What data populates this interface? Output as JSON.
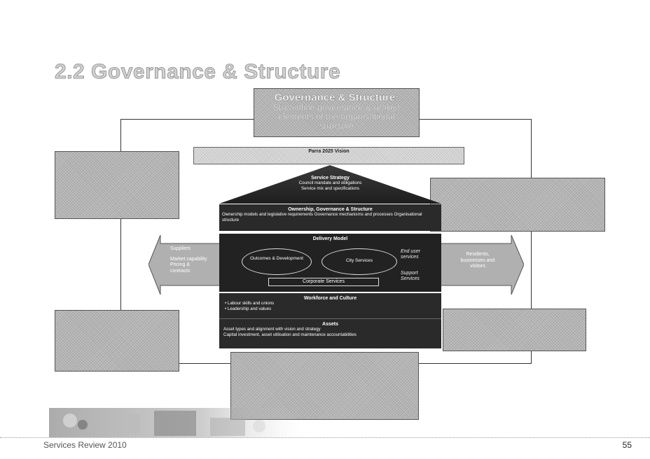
{
  "title": "2.2 Governance & Structure",
  "governance_box": {
    "heading": "Governance & Structure:",
    "lines": [
      "Streamline governance & realign",
      "elements of the organisational",
      "structure"
    ]
  },
  "vision": "Parra 2025 Vision",
  "service_strategy": {
    "heading": "Service Strategy",
    "lines": [
      "Council mandate and obligations",
      "Service mix and specifications"
    ]
  },
  "ownership": {
    "heading": "Ownership, Governance & Structure",
    "text": "Ownership models and legislative requirements Governance mechanisms and processes Organisational structure"
  },
  "delivery_model": {
    "heading": "Delivery Model",
    "outcomes": "Outcomes & Development",
    "city_services": "City Services",
    "corporate_services": "Corporate Services",
    "end_user": "End user services",
    "support": "Support Services"
  },
  "workforce": {
    "heading": "Workforce and Culture",
    "bullets": [
      "Labour skills and unions",
      "Leadership and values"
    ]
  },
  "assets": {
    "heading": "Assets",
    "lines": [
      "Asset types and alignment with vision and strategy",
      "Capital investment, asset utilisation and maintenance accountabilities"
    ]
  },
  "suppliers_arrow": {
    "heading": "Suppliers",
    "lines": [
      "Market capability",
      "Pricing &",
      "contracts"
    ]
  },
  "residents_arrow": {
    "lines": [
      "Residents,",
      "businesses and",
      "visitors"
    ]
  },
  "footer": {
    "text": "Services Review 2010",
    "page": "55"
  },
  "colors": {
    "dark_fill": "#2a2a2a",
    "hatch_fill": "#b4b4b4",
    "title": "#d0d0d0"
  }
}
